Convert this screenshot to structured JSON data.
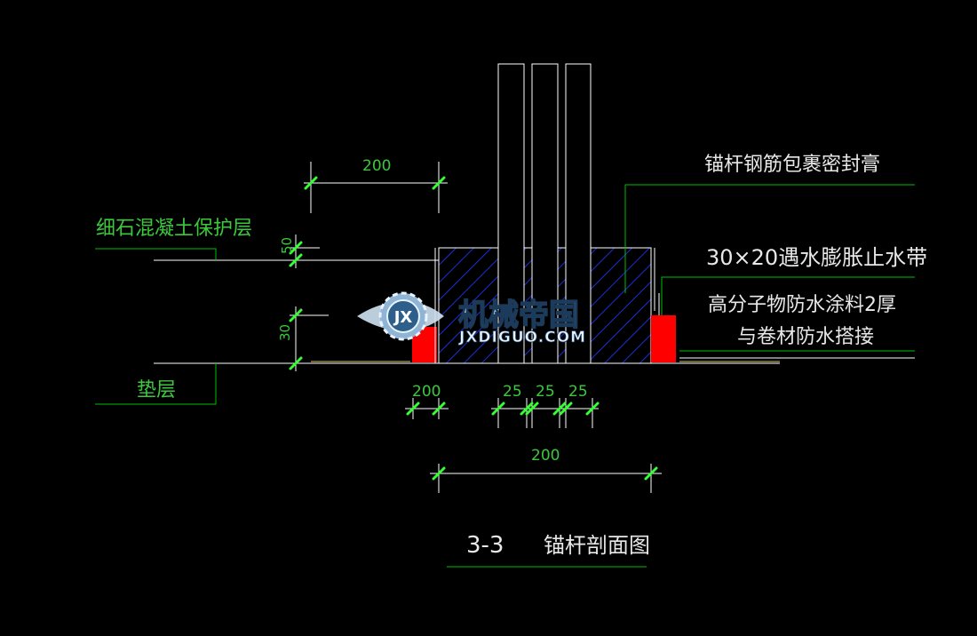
{
  "drawing": {
    "labels": {
      "anchor_bar_sealant": "锚杆钢筋包裹密封膏",
      "fine_stone_concrete_layer": "细石混凝土保护层",
      "waterstop_strip": "30×20遇水膨胀止水带",
      "polymer_coating_line1": "高分子物防水涂料2厚",
      "polymer_coating_line2": "与卷材防水搭接",
      "cushion_layer": "垫层"
    },
    "dimensions": {
      "top_width": "200",
      "protect_thickness": "50",
      "layer_thickness": "30",
      "bottom_left": "200",
      "bar_spacing_1": "25",
      "bar_spacing_2": "25",
      "bar_spacing_3": "25",
      "bottom_total": "200"
    },
    "title": {
      "number": "3-3",
      "name": "锚杆剖面图"
    },
    "watermark": {
      "brand_cn": "机械帝国",
      "brand_url": "JXDIGUO.COM",
      "emblem_letters": "JX"
    },
    "colors": {
      "background": "#000000",
      "linework": "#ffffff",
      "leader": "#00c000",
      "text": "#e8e8e8",
      "label_green": "#3cc83c",
      "dimension_tick": "#33ff33",
      "hatch": "#1a2fd6",
      "waterstop": "#ff0000"
    }
  }
}
